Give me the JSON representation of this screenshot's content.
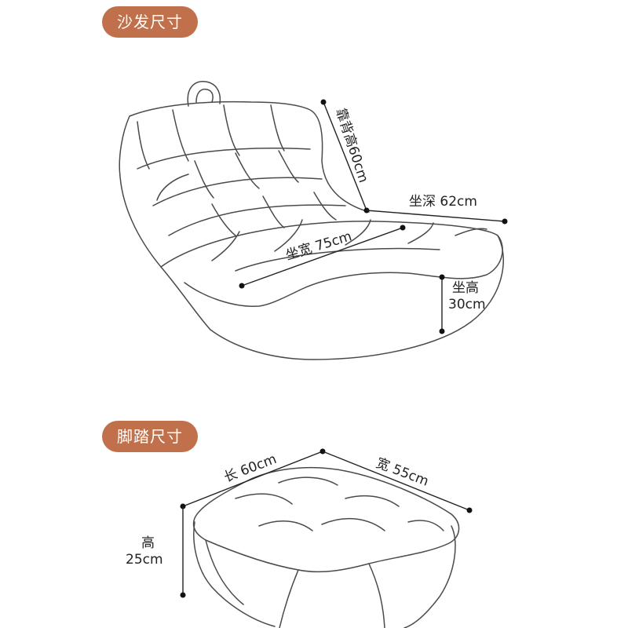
{
  "sofa": {
    "title": "沙发尺寸",
    "back_height": "靠背高60cm",
    "seat_depth": "坐深 62cm",
    "seat_width": "坐宽 75cm",
    "seat_height_line1": "坐高",
    "seat_height_line2": "30cm"
  },
  "ottoman": {
    "title": "脚踏尺寸",
    "length": "长 60cm",
    "width": "宽 55cm",
    "height_line1": "高",
    "height_line2": "25cm"
  },
  "colors": {
    "badge": "#c0704a",
    "line": "#4a4a4a"
  }
}
